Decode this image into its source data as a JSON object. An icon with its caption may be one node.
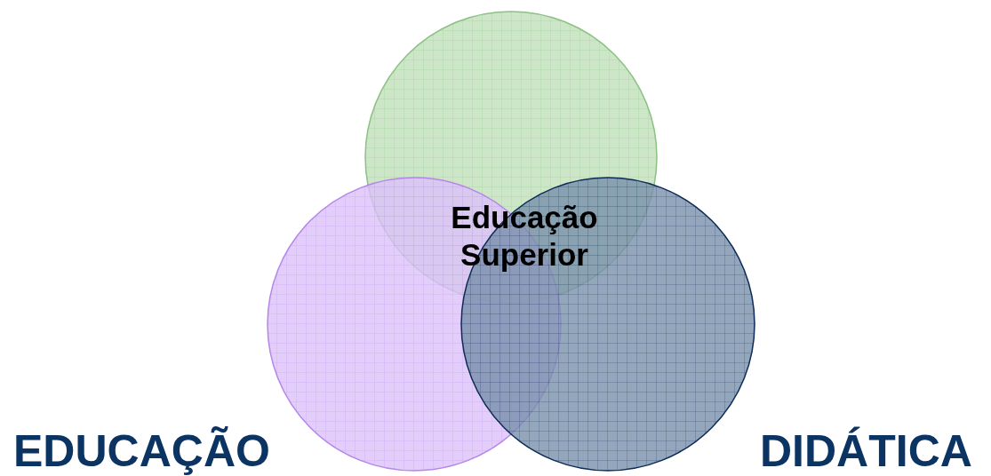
{
  "diagram": {
    "nodes": [
      {
        "text": [],
        "shape": "circle"
      },
      {
        "text": [
          "EDUCAÇÃO"
        ]
      },
      {
        "text": [
          "DIDÁTICA"
        ]
      }
    ],
    "labels": [
      "Educação Superior"
    ]
  }
}
